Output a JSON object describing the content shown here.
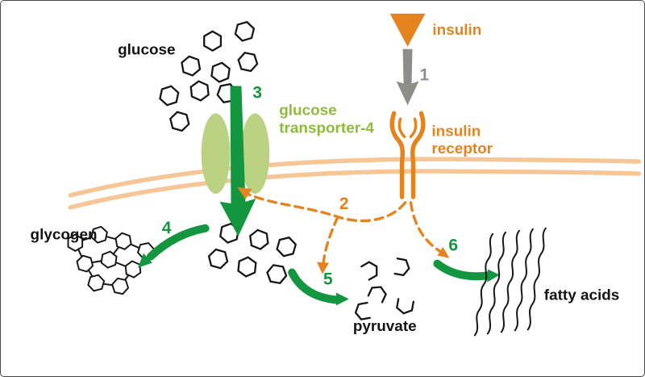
{
  "colors": {
    "orange": "#E5831F",
    "membrane_peach": "#F6C696",
    "green": "#149540",
    "glut4_fill": "#BCD283",
    "glut4_text": "#8FBB38",
    "gray": "#8E8E88",
    "ink": "#141414",
    "background": "#FFFFFF"
  },
  "labels": {
    "glucose": "glucose",
    "insulin": "insulin",
    "insulin_receptor": [
      "insulin",
      "receptor"
    ],
    "glut4": [
      "glucose",
      "transporter-4"
    ],
    "glycogen": "glycogen",
    "pyruvate": "pyruvate",
    "fatty_acids": "fatty acids"
  },
  "steps": [
    "1",
    "2",
    "3",
    "4",
    "5",
    "6"
  ]
}
